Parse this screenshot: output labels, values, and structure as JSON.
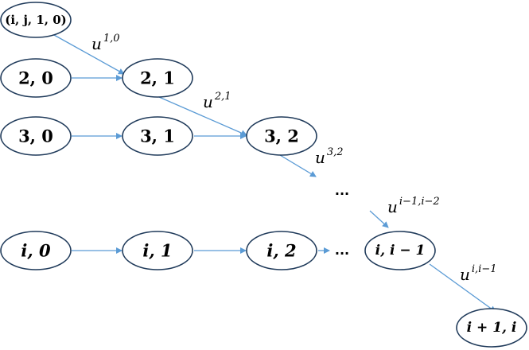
{
  "nodes": [
    {
      "id": "n-ij10",
      "label": "(i, j, 1, 0)",
      "italic": false
    },
    {
      "id": "n-20",
      "label": "2, 0",
      "italic": false
    },
    {
      "id": "n-21",
      "label": "2, 1",
      "italic": false
    },
    {
      "id": "n-30",
      "label": "3, 0",
      "italic": false
    },
    {
      "id": "n-31",
      "label": "3, 1",
      "italic": false
    },
    {
      "id": "n-32",
      "label": "3, 2",
      "italic": false
    },
    {
      "id": "n-i0",
      "label": "i, 0",
      "italic": true
    },
    {
      "id": "n-i1",
      "label": "i, 1",
      "italic": true
    },
    {
      "id": "n-i2",
      "label": "i, 2",
      "italic": true
    },
    {
      "id": "n-ii1",
      "label": "i, i − 1",
      "italic": true
    },
    {
      "id": "n-i1i",
      "label": "i + 1, i",
      "italic": true
    }
  ],
  "edges": [
    {
      "from": "n-ij10",
      "to": "n-21"
    },
    {
      "from": "n-20",
      "to": "n-21"
    },
    {
      "from": "n-21",
      "to": "n-32"
    },
    {
      "from": "n-30",
      "to": "n-31"
    },
    {
      "from": "n-31",
      "to": "n-32"
    },
    {
      "from": "n-32",
      "to": "dots-mid"
    },
    {
      "from": "n-i0",
      "to": "n-i1"
    },
    {
      "from": "n-i1",
      "to": "n-i2"
    },
    {
      "from": "n-i2",
      "to": "dots-row"
    },
    {
      "from": "dots-mid",
      "to": "n-ii1"
    },
    {
      "from": "n-ii1",
      "to": "n-i1i"
    }
  ],
  "edge_labels": [
    {
      "id": "lbl-u10",
      "base": "u",
      "sup": "1,0"
    },
    {
      "id": "lbl-u21",
      "base": "u",
      "sup": "2,1"
    },
    {
      "id": "lbl-u32",
      "base": "u",
      "sup": "3,2"
    },
    {
      "id": "lbl-uii2",
      "base": "u",
      "sup": "i−1,i−2"
    },
    {
      "id": "lbl-uii1",
      "base": "u",
      "sup": "i,i−1"
    }
  ],
  "ellipses": [
    {
      "id": "dots-mid",
      "text": "..."
    },
    {
      "id": "dots-row",
      "text": "..."
    }
  ]
}
